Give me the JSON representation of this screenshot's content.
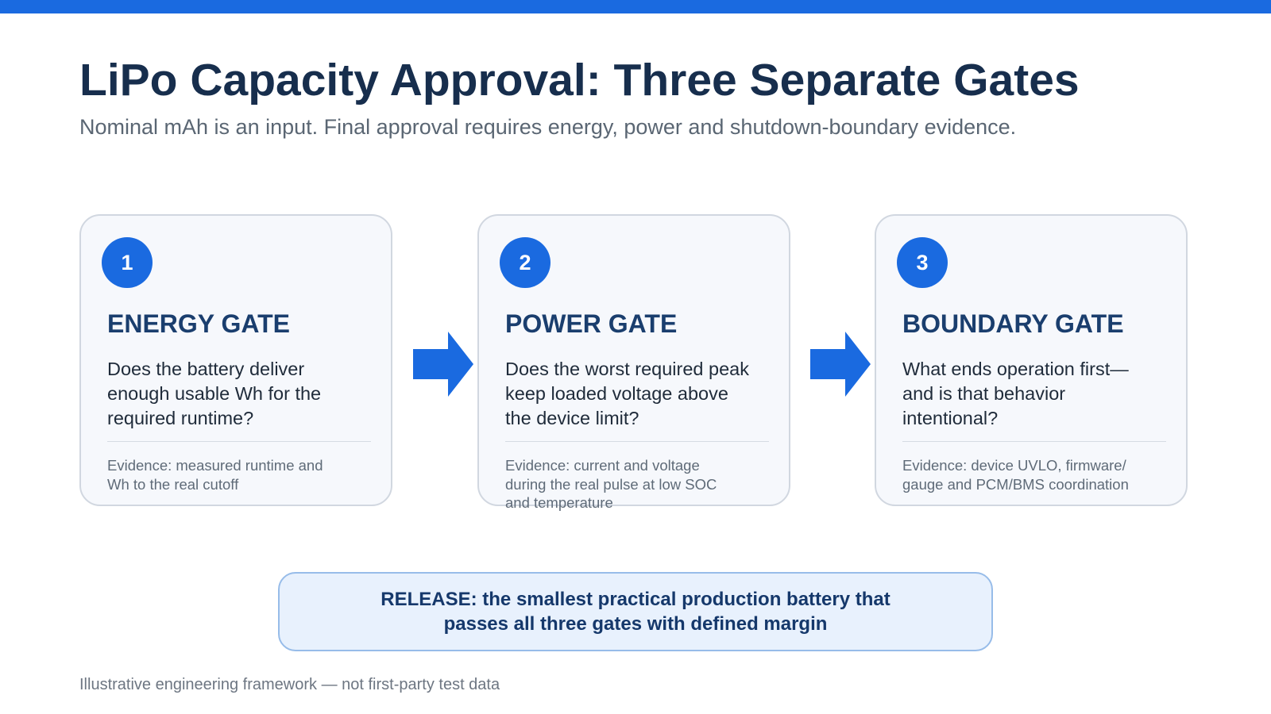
{
  "colors": {
    "accent": "#1a6ae0",
    "title": "#172e4d",
    "card_title": "#1a3e6e",
    "card_background": "#f6f8fc",
    "card_border": "#d1d7e0",
    "release_background": "#e8f1fd",
    "release_border": "#97bce9"
  },
  "header": {
    "title": "LiPo Capacity Approval: Three Separate Gates",
    "subtitle": "Nominal mAh is an input. Final approval requires energy, power and shutdown-boundary evidence."
  },
  "gates": [
    {
      "number": "1",
      "title": "ENERGY GATE",
      "question": "Does the battery deliver enough usable Wh for the required runtime?",
      "evidence": "Evidence: measured runtime and Wh to the real cutoff"
    },
    {
      "number": "2",
      "title": "POWER GATE",
      "question": "Does the worst required peak keep loaded voltage above the device limit?",
      "evidence": "Evidence: current and voltage during the real pulse at low SOC and temperature"
    },
    {
      "number": "3",
      "title": "BOUNDARY GATE",
      "question": "What ends operation first—and is that behavior intentional?",
      "evidence": "Evidence: device UVLO, firmware/ gauge and PCM/BMS coordination"
    }
  ],
  "arrows": [
    {
      "icon": "right-arrow-icon"
    },
    {
      "icon": "right-arrow-icon"
    }
  ],
  "release": {
    "text": "RELEASE: the smallest practical production battery that passes all three gates with defined margin"
  },
  "footnote": "Illustrative engineering framework — not first-party test data"
}
